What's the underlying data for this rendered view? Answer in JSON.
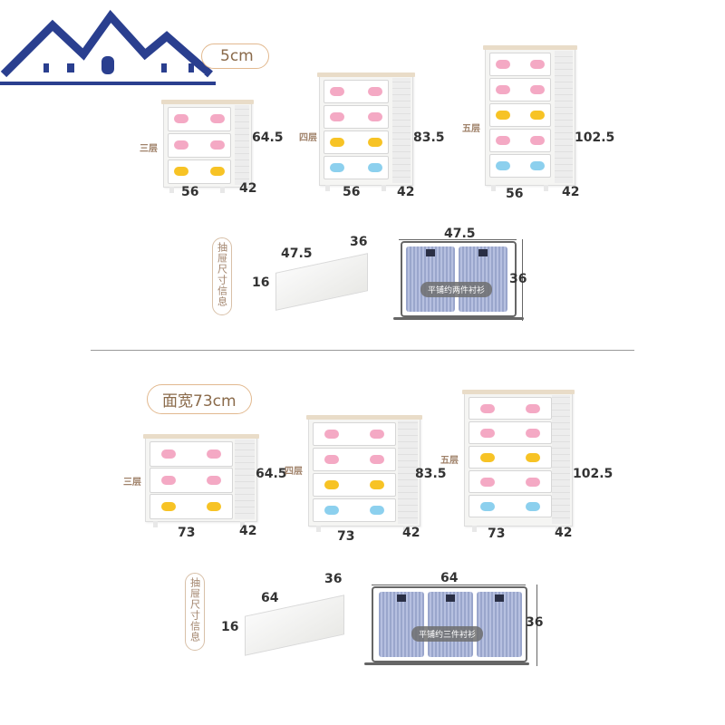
{
  "colors": {
    "accent_pill": "#e2b98f",
    "pink": "#f4a9c4",
    "yellow": "#f7c325",
    "blue": "#8cd0ee",
    "logo_blue": "#2a3f8f"
  },
  "logo": {
    "icon": "house-roofs-logo-icon"
  },
  "section1": {
    "width_label": "5cm",
    "chests": [
      {
        "level_label": "三层",
        "height": "64.5",
        "width": "56",
        "depth": "42"
      },
      {
        "level_label": "四层",
        "height": "83.5",
        "width": "56",
        "depth": "42"
      },
      {
        "level_label": "五层",
        "height": "102.5",
        "width": "56",
        "depth": "42"
      }
    ],
    "drawer_info_label": "抽屉尺寸信息",
    "drawer": {
      "width": "47.5",
      "depth": "36",
      "height": "16"
    },
    "shirts": {
      "width": "47.5",
      "depth": "36",
      "caption": "平铺约两件衬衫"
    }
  },
  "section2": {
    "width_label": "面宽73cm",
    "chests": [
      {
        "level_label": "三层",
        "height": "64.5",
        "width": "73",
        "depth": "42"
      },
      {
        "level_label": "四层",
        "height": "83.5",
        "width": "73",
        "depth": "42"
      },
      {
        "level_label": "五层",
        "height": "102.5",
        "width": "73",
        "depth": "42"
      }
    ],
    "drawer_info_label": "抽屉尺寸信息",
    "drawer": {
      "width": "64",
      "depth": "36",
      "height": "16"
    },
    "shirts": {
      "width": "64",
      "depth": "36",
      "caption": "平铺约三件衬衫"
    }
  }
}
